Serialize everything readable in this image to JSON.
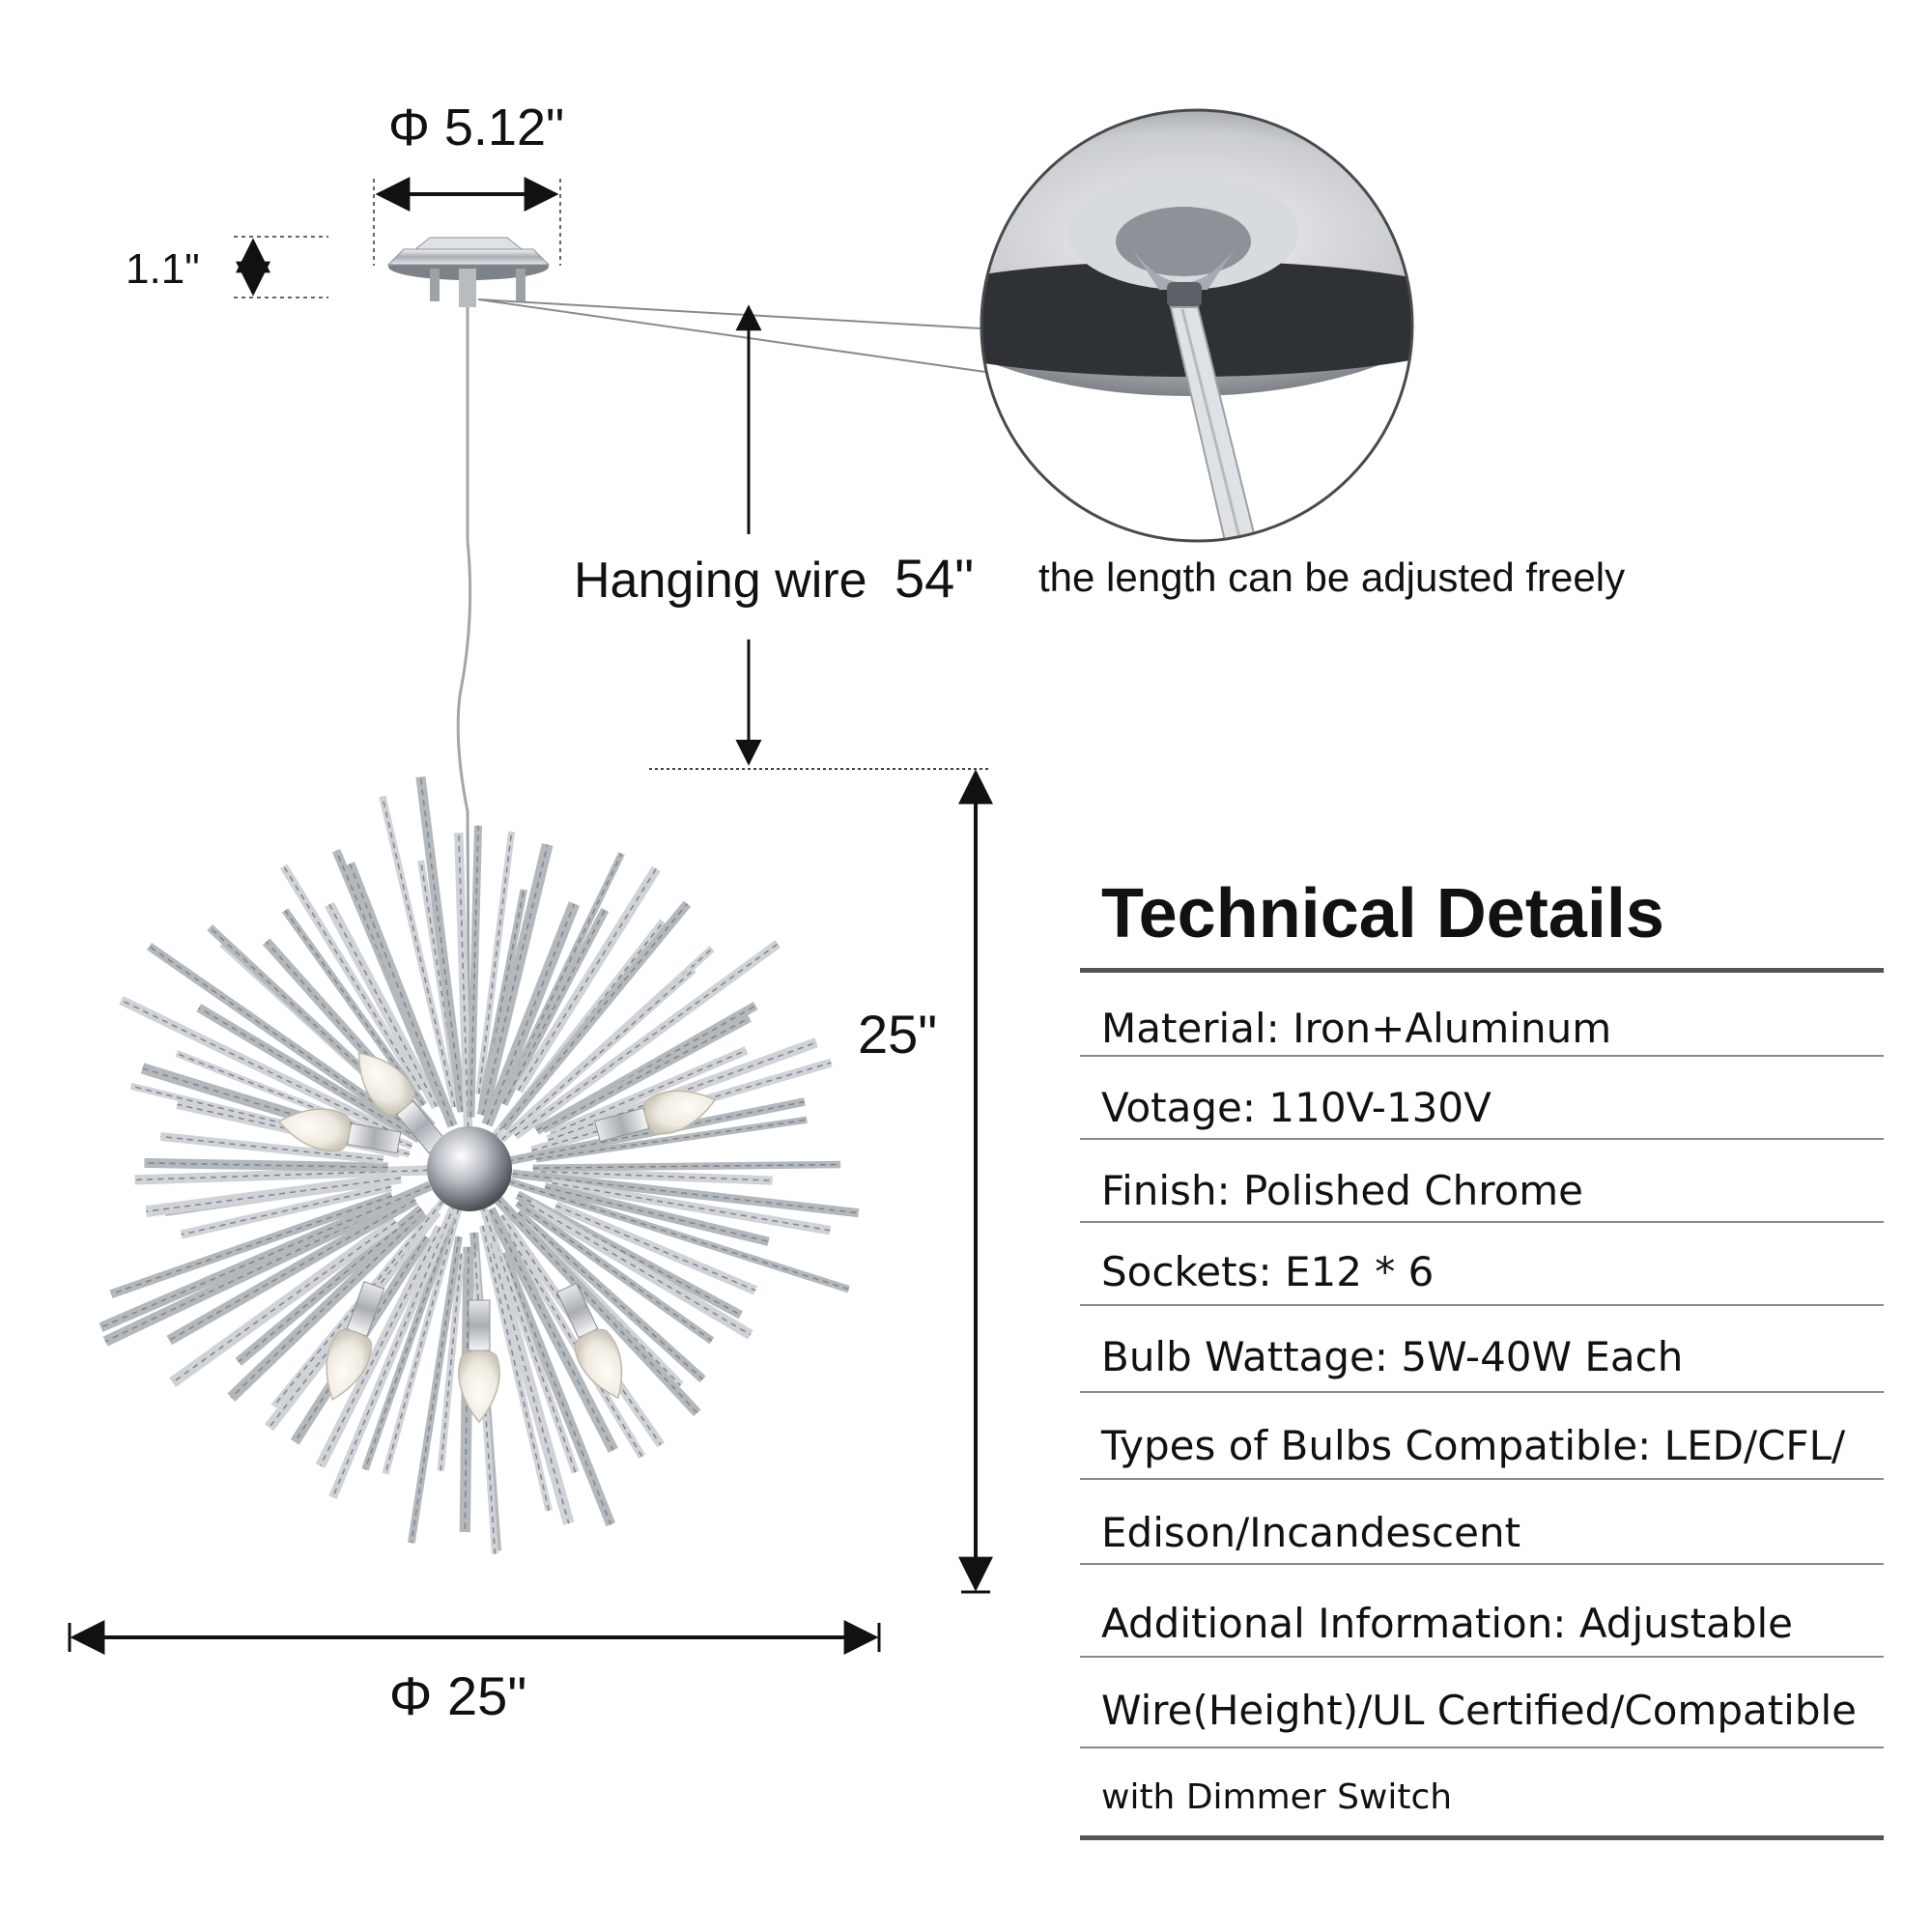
{
  "dimensions": {
    "canopy_diameter": "Φ 5.12\"",
    "canopy_height": "1.1\"",
    "hanging_wire_label": "Hanging wire",
    "hanging_wire_value": "54\"",
    "hanging_wire_note": "the length can be adjusted freely",
    "fixture_height": "25\"",
    "fixture_diameter": "Φ 25\""
  },
  "specs": {
    "title": "Technical Details",
    "rows": [
      {
        "text": "Material:  Iron+Aluminum"
      },
      {
        "text": "Votage:  110V-130V"
      },
      {
        "text": "Finish:  Polished Chrome"
      },
      {
        "text": "Sockets:  E12 * 6"
      },
      {
        "text": "Bulb Wattage:  5W-40W Each"
      },
      {
        "text": "Types of Bulbs Compatible:   LED/CFL/"
      },
      {
        "text": "Edison/Incandescent"
      },
      {
        "text": "Additional Information:   Adjustable"
      },
      {
        "text": "Wire(Height)/UL Certified/Compatible"
      },
      {
        "text": "with Dimmer Switch"
      }
    ]
  },
  "colors": {
    "chrome": "#c4c8cc",
    "text": "#111111",
    "rule": "#8a8a8a"
  }
}
